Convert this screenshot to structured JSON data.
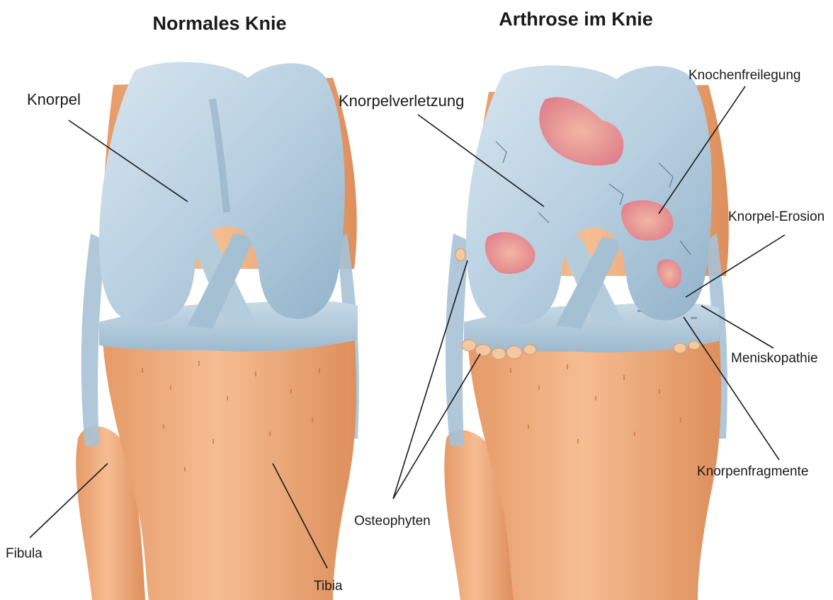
{
  "titles": {
    "normal": "Normales Knie",
    "arthrosis": "Arthrose im Knie"
  },
  "labels": {
    "knorpel": "Knorpel",
    "fibula": "Fibula",
    "tibia": "Tibia",
    "knorpelverletzung": "Knorpelverletzung",
    "knochenfreilegung": "Knochenfreilegung",
    "knorpel_erosion": "Knorpel-Erosion",
    "meniskopathie": "Meniskopathie",
    "knorpenfragmente": "Knorpenfragmente",
    "osteophyten": "Osteophyten"
  },
  "colors": {
    "bone": "#f0a878",
    "bone_dark": "#d98550",
    "cartilage": "#b7cfe0",
    "cartilage_dark": "#8eaec6",
    "lesion": "#e58a95",
    "background": "#ffffff"
  }
}
